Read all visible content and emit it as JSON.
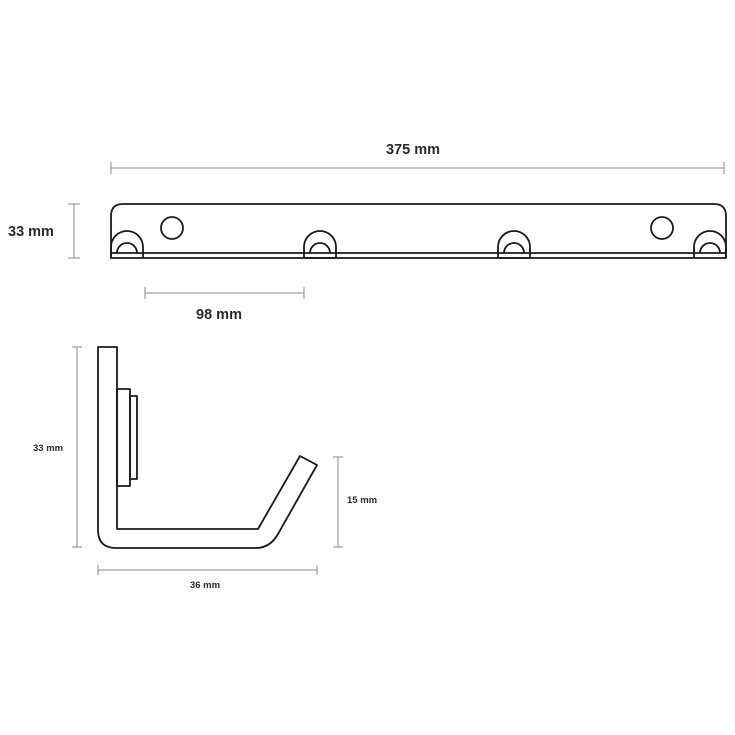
{
  "front_view": {
    "overall_width_label": "375 mm",
    "height_label": "33 mm",
    "hook_spacing_label": "98 mm"
  },
  "side_view": {
    "height_label": "33 mm",
    "hook_tip_label": "15 mm",
    "depth_label": "36 mm"
  }
}
